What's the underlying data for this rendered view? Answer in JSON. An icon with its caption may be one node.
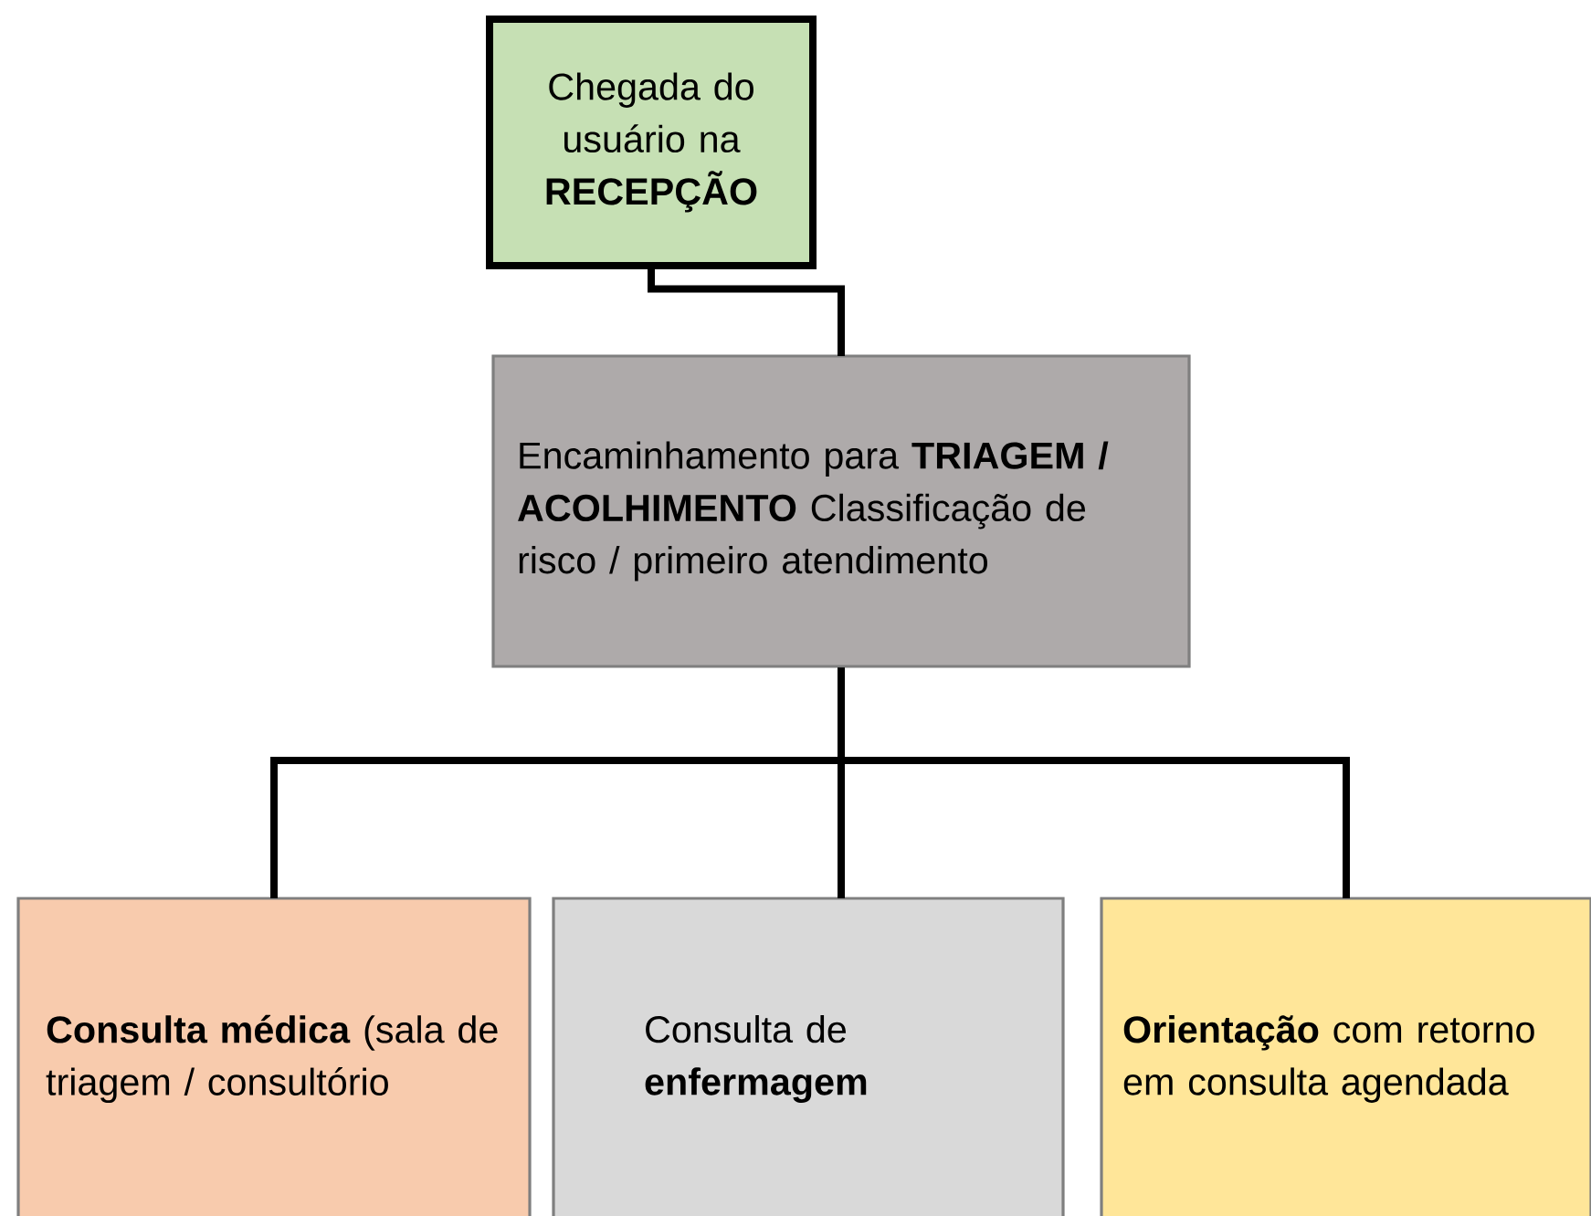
{
  "diagram": {
    "nodes": [
      {
        "text": [
          "Chegada do usuário na **RECEPÇÃO**"
        ]
      },
      {
        "text": [
          "Encaminhamento para **TRIAGEM / ACOLHIMENTO** Classificação de risco / primeiro atendimento"
        ]
      },
      {
        "text": [
          "**Consulta médica** (sala de triagem / consultório"
        ]
      },
      {
        "text": [
          "Consulta de **enfermagem**"
        ]
      },
      {
        "text": [
          "**Orientação** com retorno em consulta agendada"
        ]
      }
    ],
    "edges": [
      {
        "from": 0,
        "to": 1,
        "arrow": "none"
      },
      {
        "from": 1,
        "to": 2,
        "arrow": "none"
      },
      {
        "from": 1,
        "to": 3,
        "arrow": "none"
      },
      {
        "from": 1,
        "to": 4,
        "arrow": "none"
      }
    ]
  }
}
